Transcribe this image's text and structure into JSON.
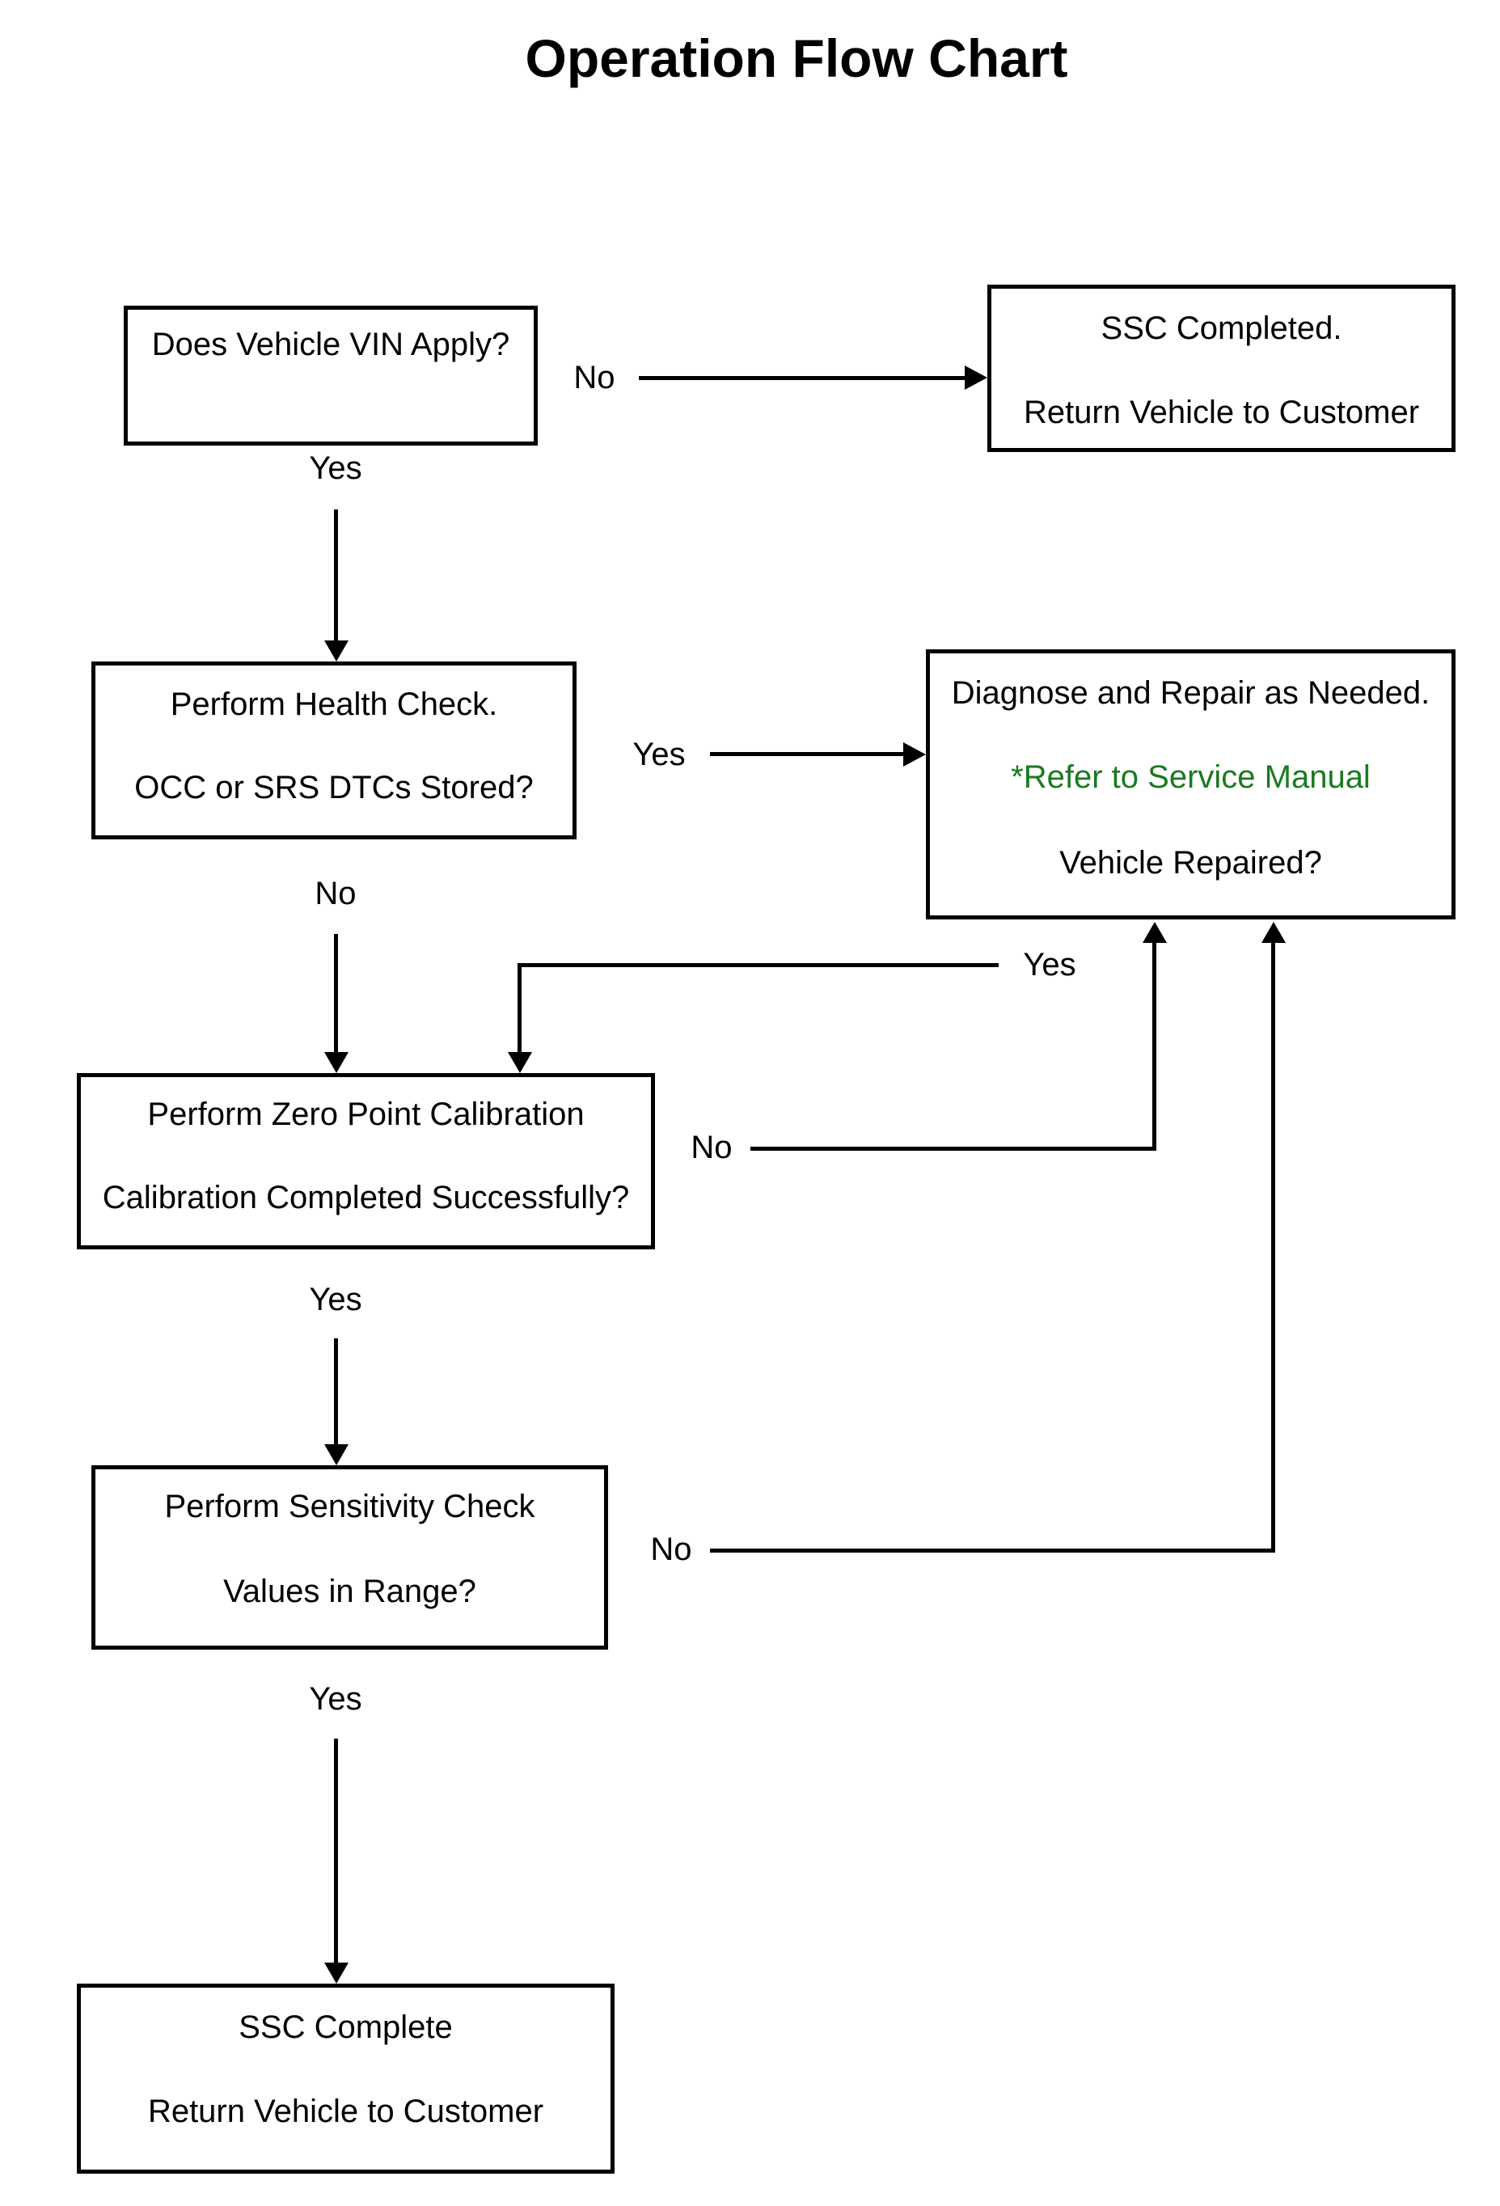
{
  "title": "Operation Flow Chart",
  "colors": {
    "line": "#000000",
    "green_text": "#1a7a1f"
  },
  "nodes": {
    "vin": {
      "lines": [
        "Does Vehicle VIN Apply?"
      ]
    },
    "ssc_completed": {
      "lines": [
        "SSC Completed.",
        "Return Vehicle to Customer"
      ]
    },
    "health_check": {
      "lines": [
        "Perform Health Check.",
        "OCC or SRS DTCs Stored?"
      ]
    },
    "diagnose": {
      "lines": [
        "Diagnose and Repair as Needed.",
        "*Refer to Service Manual",
        "Vehicle Repaired?"
      ]
    },
    "zero_point": {
      "lines": [
        "Perform Zero Point Calibration",
        "Calibration Completed Successfully?"
      ]
    },
    "sensitivity": {
      "lines": [
        "Perform Sensitivity Check",
        "Values in Range?"
      ]
    },
    "ssc_complete": {
      "lines": [
        "SSC Complete",
        "Return Vehicle to Customer"
      ]
    }
  },
  "labels": {
    "vin_no": "No",
    "vin_yes": "Yes",
    "health_yes": "Yes",
    "health_no": "No",
    "diagnose_yes": "Yes",
    "zero_no": "No",
    "zero_yes": "Yes",
    "sens_no": "No",
    "sens_yes": "Yes"
  }
}
